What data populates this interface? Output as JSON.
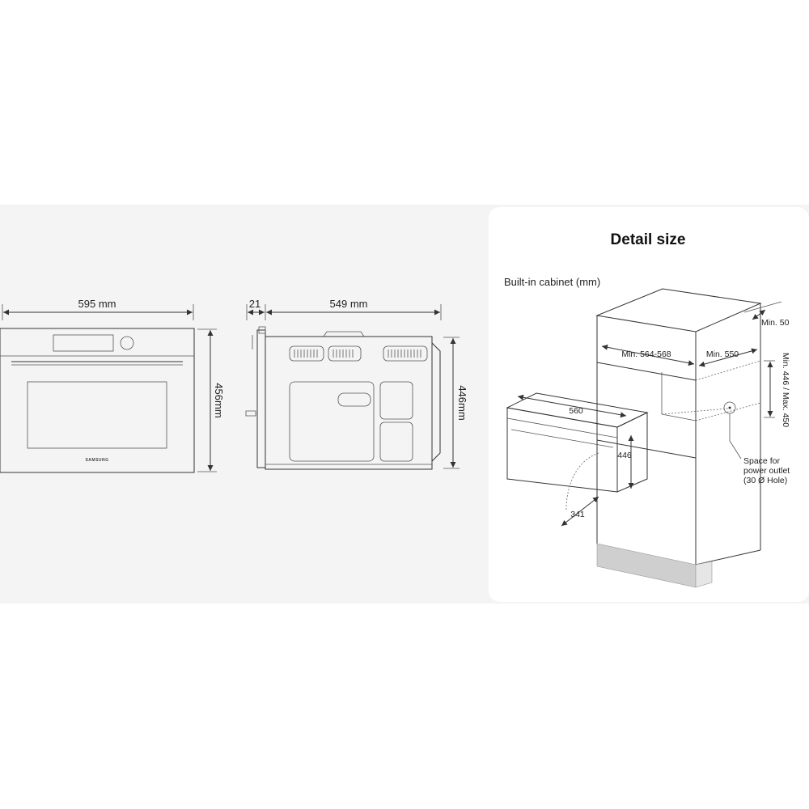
{
  "front_view": {
    "width_label": "595 mm",
    "height_label": "456mm",
    "brand_text": "SAMSUNG"
  },
  "side_view": {
    "door_depth_label": "21",
    "depth_label": "549 mm",
    "height_label": "446mm"
  },
  "detail": {
    "title": "Detail size",
    "subtitle": "Built-in cabinet (mm)",
    "labels": {
      "min_50": "Min. 50",
      "min_width": "Min. 564-568",
      "min_depth": "Min. 550",
      "height_range": "Min. 446 / Max. 450",
      "oven_width": "560",
      "oven_height": "446",
      "oven_depth": "341",
      "outlet_note_1": "Space for",
      "outlet_note_2": "power outlet",
      "outlet_note_3": "(30 Ø Hole)"
    }
  },
  "colors": {
    "background": "#ffffff",
    "band": "#f4f4f4",
    "card": "#ffffff",
    "line": "#333333",
    "plinth": "#cfcfcf"
  }
}
